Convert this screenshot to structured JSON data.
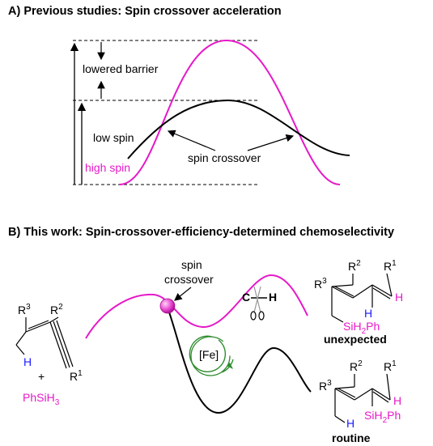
{
  "panel_a": {
    "title": "A) Previous studies: Spin crossover acceleration",
    "lowered_barrier": "lowered barrier",
    "low_spin": "low spin",
    "high_spin": "high spin",
    "spin_crossover": "spin crossover"
  },
  "panel_b": {
    "title": "B) This work: Spin-crossover-efficiency-determined chemoselectivity",
    "spin_label_1": "spin",
    "spin_label_2": "crossover",
    "catalyst": "[Fe]",
    "bond_c": "C",
    "bond_h": "H",
    "reactant": {
      "r3": "R",
      "r3_sup": "3",
      "r2": "R",
      "r2_sup": "2",
      "r1": "R",
      "r1_sup": "1",
      "h": "H",
      "plus": "+",
      "silane": "PhSiH",
      "silane_sub": "3"
    },
    "product_unexpected": {
      "r3": "R",
      "r3_sup": "3",
      "r2": "R",
      "r2_sup": "2",
      "r1": "R",
      "r1_sup": "1",
      "h_top": "H",
      "h_inner": "H",
      "si": "SiH",
      "si_sub": "2",
      "si_ph": "Ph",
      "label": "unexpected"
    },
    "product_routine": {
      "r3": "R",
      "r3_sup": "3",
      "r2": "R",
      "r2_sup": "2",
      "r1": "R",
      "r1_sup": "1",
      "h_top": "H",
      "h_left": "H",
      "si": "SiH",
      "si_sub": "2",
      "si_ph": "Ph",
      "label": "routine"
    }
  },
  "colors": {
    "magenta": "#e619c8",
    "black": "#000000",
    "blue": "#1a1aff",
    "green": "#2e8b2e"
  }
}
